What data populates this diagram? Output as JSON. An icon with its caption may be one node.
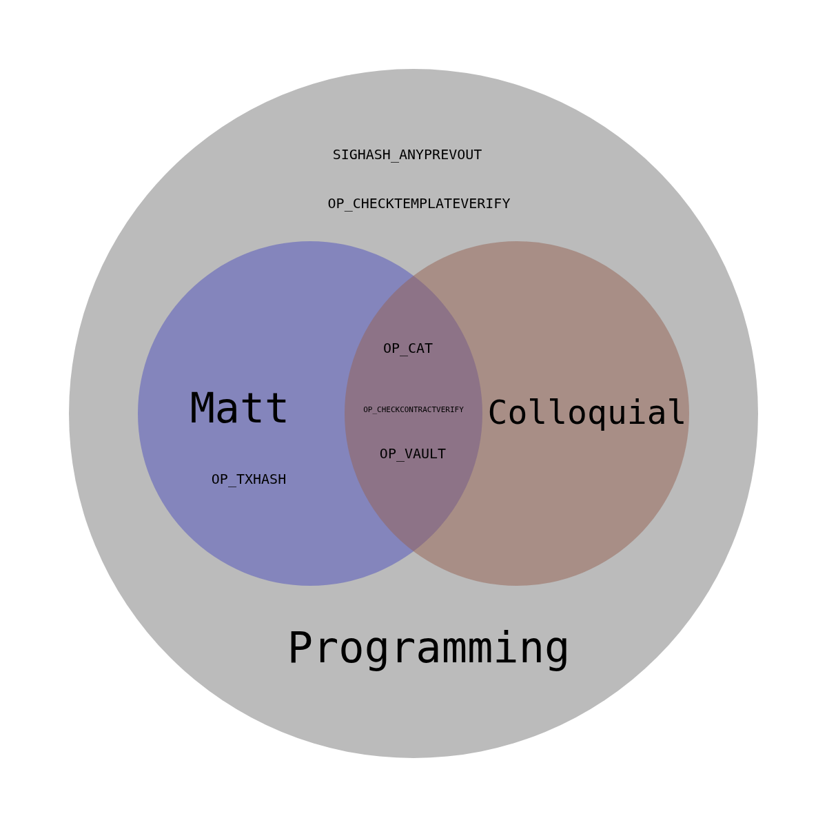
{
  "diagram": {
    "nodes": [
      {
        "text": [
          "SIGHASH_ANYPREVOUT",
          "OP_CHECKTEMPLATEVERIFY",
          "Programming"
        ]
      },
      {
        "text": [
          "Matt",
          "OP_TXHASH"
        ],
        "in": 0
      },
      {
        "text": [
          "Colloquial"
        ],
        "in": 0
      }
    ],
    "labels": [
      "OP_CAT",
      "OP_CHECKCONTRACTVERIFY",
      "OP_VAULT"
    ]
  }
}
